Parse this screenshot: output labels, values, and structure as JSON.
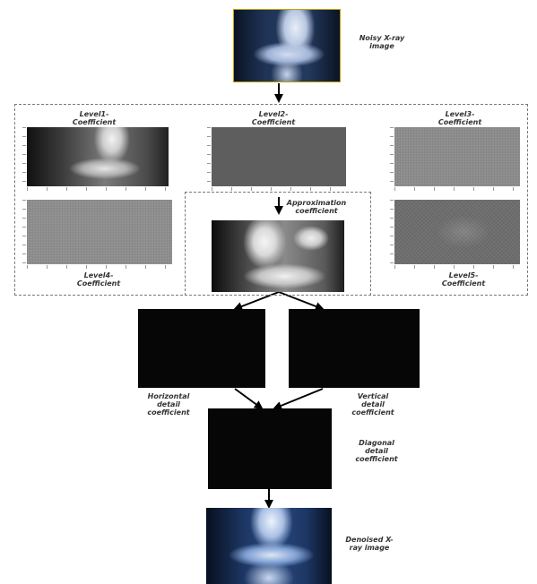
{
  "labels": {
    "noisy": "Noisy X-ray image",
    "level1": "Level1- Coefficient",
    "level2": "Level2- Coefficient",
    "level3": "Level3- Coefficient",
    "level4": "Level4- Coefficient",
    "level5": "Level5- Coefficient",
    "approx": "Approximation coefficient",
    "horizontal": "Horizontal detail coefficient",
    "vertical": "Vertical detail coefficient",
    "diagonal": "Diagonal detail coefficient",
    "denoised": "Denoised X-ray image"
  },
  "colors": {
    "xray_blue": "#5a7fb8",
    "detail_black": "#060606",
    "coef_gray": "#777777",
    "arrow": "#000000"
  }
}
